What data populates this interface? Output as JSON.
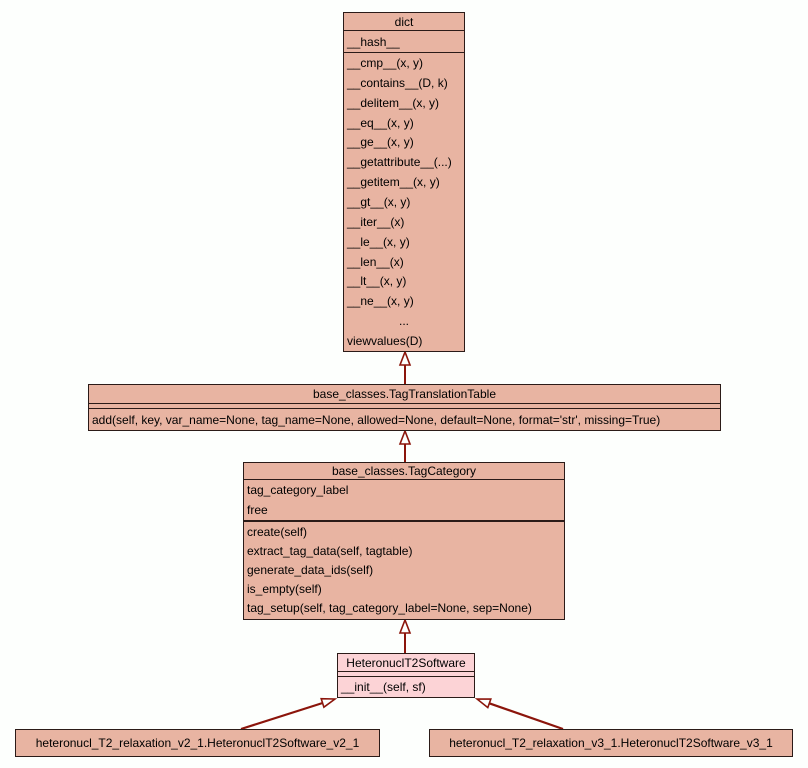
{
  "diagram": {
    "type": "uml-class-inheritance",
    "colors": {
      "background": "#fdfffd",
      "class_fill": "#e8b4a2",
      "highlight_fill": "#fcd3d6",
      "border": "#2b1b18",
      "arrow": "#8b150b"
    },
    "classes": {
      "dict": {
        "title": "dict",
        "attributes": [
          "__hash__"
        ],
        "methods": [
          "__cmp__(x, y)",
          "__contains__(D, k)",
          "__delitem__(x, y)",
          "__eq__(x, y)",
          "__ge__(x, y)",
          "__getattribute__(...)",
          "__getitem__(x, y)",
          "__gt__(x, y)",
          "__iter__(x)",
          "__le__(x, y)",
          "__len__(x)",
          "__lt__(x, y)",
          "__ne__(x, y)",
          "...",
          "viewvalues(D)"
        ]
      },
      "tag_translation_table": {
        "title": "base_classes.TagTranslationTable",
        "attributes": [],
        "methods": [
          "add(self, key, var_name=None, tag_name=None, allowed=None, default=None, format='str', missing=True)"
        ]
      },
      "tag_category": {
        "title": "base_classes.TagCategory",
        "attributes": [
          "tag_category_label",
          "free"
        ],
        "methods": [
          "create(self)",
          "extract_tag_data(self, tagtable)",
          "generate_data_ids(self)",
          "is_empty(self)",
          "tag_setup(self, tag_category_label=None, sep=None)"
        ]
      },
      "heteronucl_t2_software": {
        "title": "HeteronuclT2Software",
        "attributes": [],
        "methods": [
          "__init__(self, sf)"
        ]
      },
      "v2_1": {
        "title": "heteronucl_T2_relaxation_v2_1.HeteronuclT2Software_v2_1"
      },
      "v3_1": {
        "title": "heteronucl_T2_relaxation_v3_1.HeteronuclT2Software_v3_1"
      }
    },
    "relations": [
      {
        "from": "base_classes.TagTranslationTable",
        "to": "dict",
        "type": "inheritance"
      },
      {
        "from": "base_classes.TagCategory",
        "to": "base_classes.TagTranslationTable",
        "type": "inheritance"
      },
      {
        "from": "HeteronuclT2Software",
        "to": "base_classes.TagCategory",
        "type": "inheritance"
      },
      {
        "from": "heteronucl_T2_relaxation_v2_1.HeteronuclT2Software_v2_1",
        "to": "HeteronuclT2Software",
        "type": "inheritance"
      },
      {
        "from": "heteronucl_T2_relaxation_v3_1.HeteronuclT2Software_v3_1",
        "to": "HeteronuclT2Software",
        "type": "inheritance"
      }
    ]
  }
}
